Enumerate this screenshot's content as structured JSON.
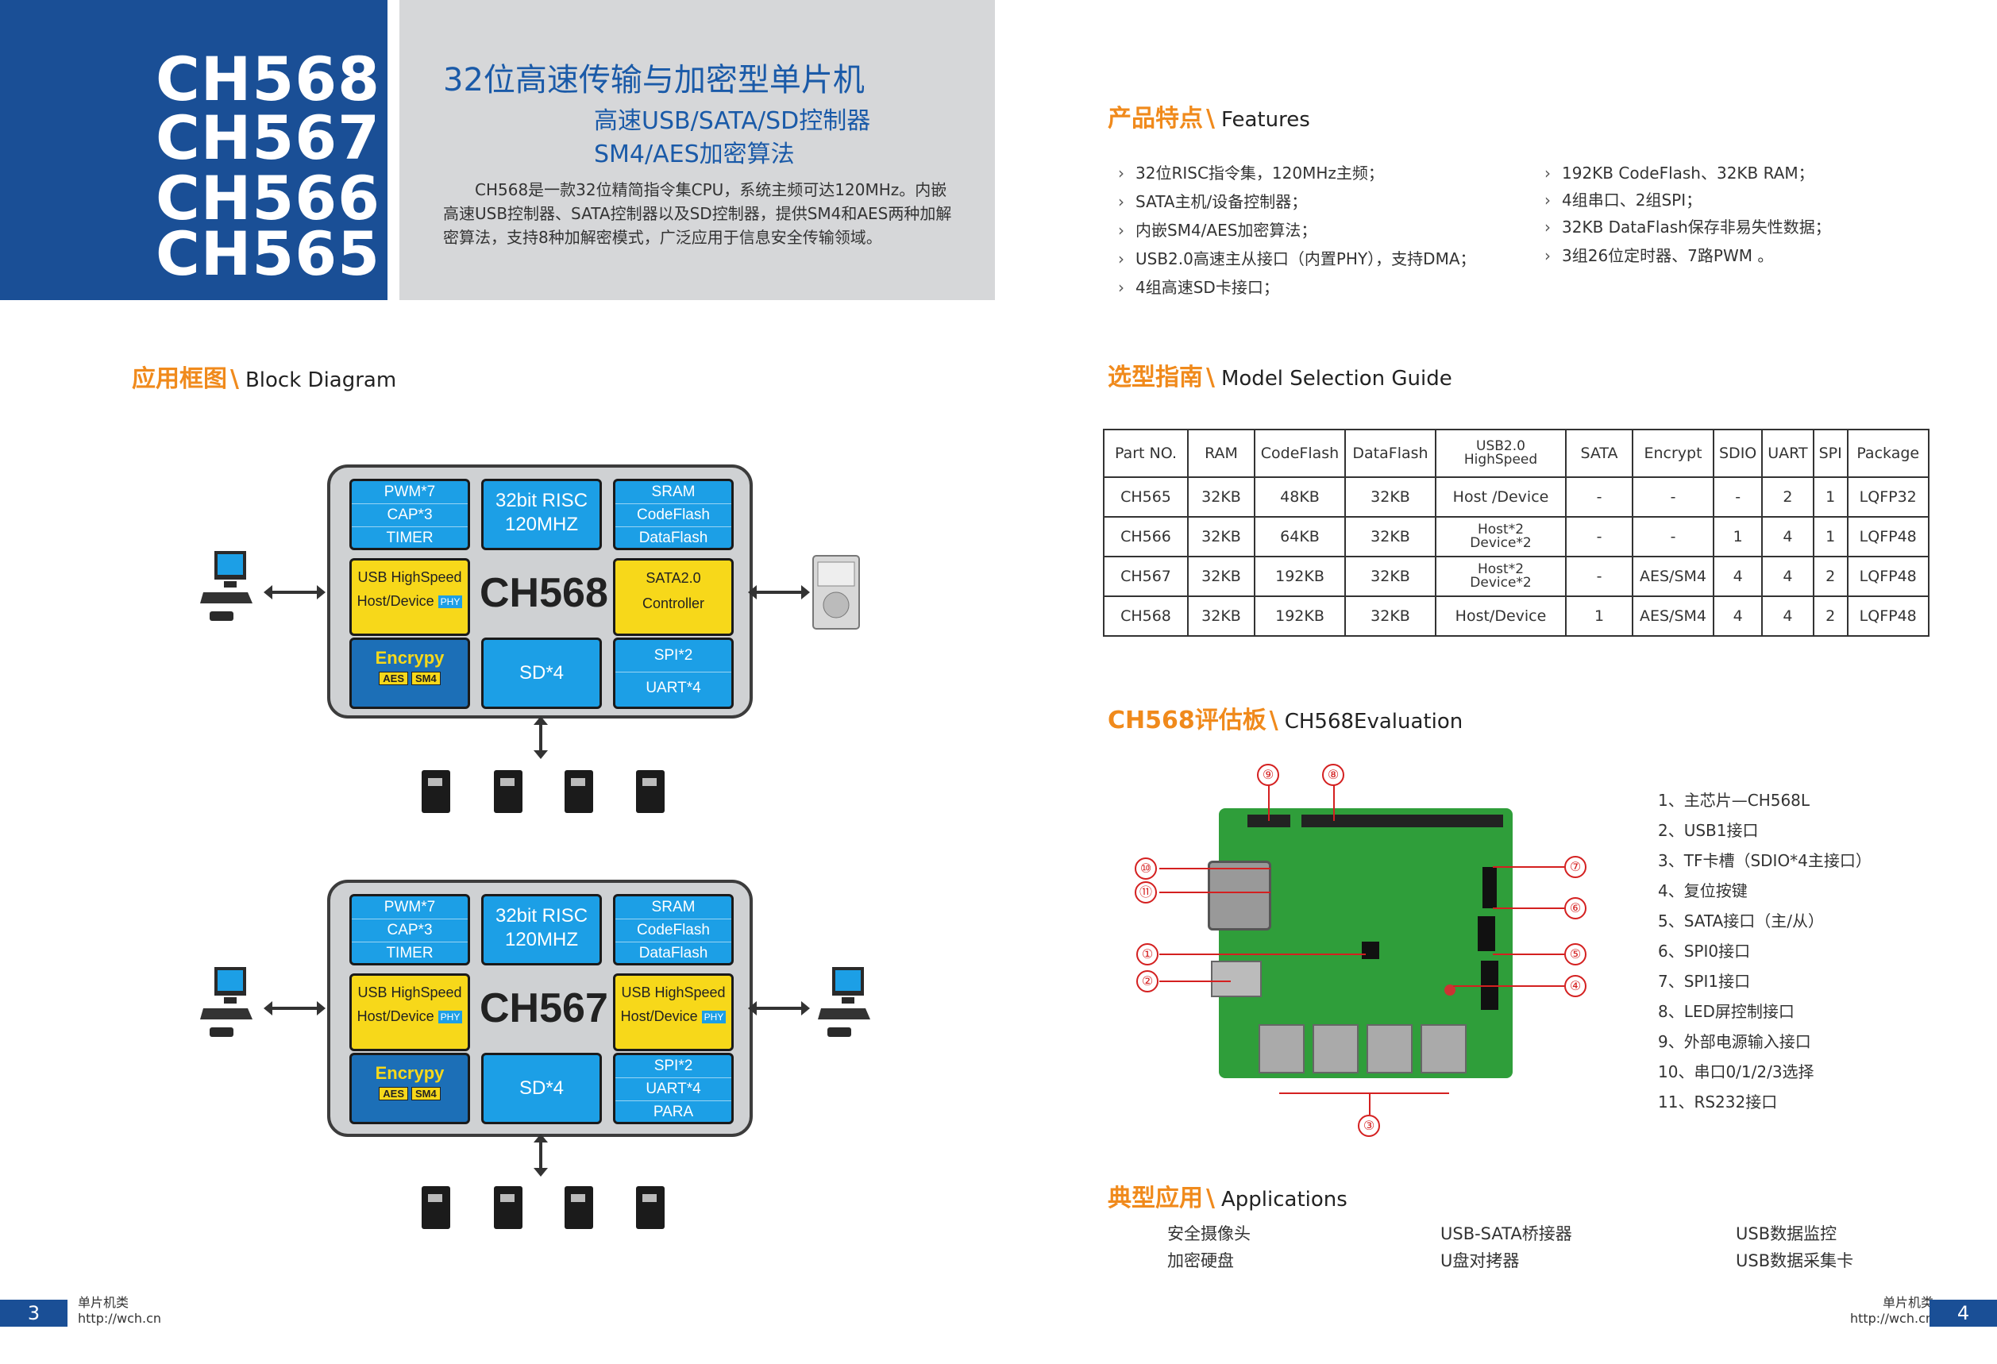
{
  "header": {
    "models": [
      "CH568",
      "CH567",
      "CH566",
      "CH565"
    ],
    "title": "32位高速传输与加密型单片机",
    "subtitle1": "高速USB/SATA/SD控制器",
    "subtitle2": "SM4/AES加密算法",
    "description": "CH568是一款32位精简指令集CPU，系统主频可达120MHz。内嵌高速USB控制器、SATA控制器以及SD控制器，提供SM4和AES两种加解密算法，支持8种加解密模式，广泛应用于信息安全传输领域。"
  },
  "sections": {
    "features": {
      "cn": "产品特点",
      "en": "Features"
    },
    "block": {
      "cn": "应用框图",
      "en": "Block Diagram"
    },
    "selection": {
      "cn": "选型指南",
      "en": "Model Selection Guide"
    },
    "eval": {
      "cn": "CH568评估板",
      "en": "CH568Evaluation"
    },
    "apps": {
      "cn": "典型应用",
      "en": "Applications"
    },
    "slash": "\\"
  },
  "features_left": [
    "32位RISC指令集，120MHz主频；",
    "SATA主机/设备控制器；",
    "内嵌SM4/AES加密算法；",
    "USB2.0高速主从接口（内置PHY），支持DMA；",
    "4组高速SD卡接口；"
  ],
  "features_right": [
    "192KB CodeFlash、32KB RAM；",
    "4组串口、2组SPI；",
    "32KB DataFlash保存非易失性数据；",
    "3组26位定时器、7路PWM 。"
  ],
  "diagram1": {
    "chip": "CH568",
    "pwm": [
      "PWM*7",
      "CAP*3",
      "TIMER"
    ],
    "risc": [
      "32bit RISC",
      "120MHZ"
    ],
    "mem": [
      "SRAM",
      "CodeFlash",
      "DataFlash"
    ],
    "usb": [
      "USB HighSpeed",
      "Host/Device"
    ],
    "phy": "PHY",
    "sata": [
      "SATA2.0",
      "Controller"
    ],
    "enc": "Encrypy",
    "aes": "AES",
    "sm4": "SM4",
    "sd": "SD*4",
    "spi": [
      "SPI*2",
      "UART*4"
    ]
  },
  "diagram2": {
    "chip": "CH567",
    "pwm": [
      "PWM*7",
      "CAP*3",
      "TIMER"
    ],
    "risc": [
      "32bit RISC",
      "120MHZ"
    ],
    "mem": [
      "SRAM",
      "CodeFlash",
      "DataFlash"
    ],
    "usb": [
      "USB HighSpeed",
      "Host/Device"
    ],
    "usb2": [
      "USB HighSpeed",
      "Host/Device"
    ],
    "phy": "PHY",
    "enc": "Encrypy",
    "aes": "AES",
    "sm4": "SM4",
    "sd": "SD*4",
    "spi": [
      "SPI*2",
      "UART*4",
      "PARA"
    ]
  },
  "table": {
    "headers": [
      "Part NO.",
      "RAM",
      "CodeFlash",
      "DataFlash",
      "USB2.0",
      "HighSpeed",
      "SATA",
      "Encrypt",
      "SDIO",
      "UART",
      "SPI",
      "Package"
    ],
    "rows": [
      {
        "part": "CH565",
        "ram": "32KB",
        "code": "48KB",
        "data": "32KB",
        "usb_a": "Host /Device",
        "usb_b": "",
        "sata": "-",
        "enc": "-",
        "sdio": "-",
        "uart": "2",
        "spi": "1",
        "pkg": "LQFP32"
      },
      {
        "part": "CH566",
        "ram": "32KB",
        "code": "64KB",
        "data": "32KB",
        "usb_a": "Host*2",
        "usb_b": "Device*2",
        "sata": "-",
        "enc": "-",
        "sdio": "1",
        "uart": "4",
        "spi": "1",
        "pkg": "LQFP48"
      },
      {
        "part": "CH567",
        "ram": "32KB",
        "code": "192KB",
        "data": "32KB",
        "usb_a": "Host*2",
        "usb_b": "Device*2",
        "sata": "-",
        "enc": "AES/SM4",
        "sdio": "4",
        "uart": "4",
        "spi": "2",
        "pkg": "LQFP48"
      },
      {
        "part": "CH568",
        "ram": "32KB",
        "code": "192KB",
        "data": "32KB",
        "usb_a": "Host/Device",
        "usb_b": "",
        "sata": "1",
        "enc": "AES/SM4",
        "sdio": "4",
        "uart": "4",
        "spi": "2",
        "pkg": "LQFP48"
      }
    ]
  },
  "eval_callouts": [
    "①",
    "②",
    "③",
    "④",
    "⑤",
    "⑥",
    "⑦",
    "⑧",
    "⑨",
    "⑩",
    "⑪"
  ],
  "eval_list": [
    "1、主芯片—CH568L",
    "2、USB1接口",
    "3、TF卡槽（SDIO*4主接口）",
    "4、复位按键",
    "5、SATA接口（主/从）",
    "6、SPI0接口",
    "7、SPI1接口",
    "8、LED屏控制接口",
    "9、外部电源输入接口",
    "10、串口0/1/2/3选择",
    "11、RS232接口"
  ],
  "applications": [
    [
      "安全摄像头",
      "USB-SATA桥接器",
      "USB数据监控"
    ],
    [
      "加密硬盘",
      "U盘对拷器",
      "USB数据采集卡"
    ]
  ],
  "footer": {
    "left_page": "3",
    "right_page": "4",
    "category": "单片机类",
    "url": "http://wch.cn"
  }
}
